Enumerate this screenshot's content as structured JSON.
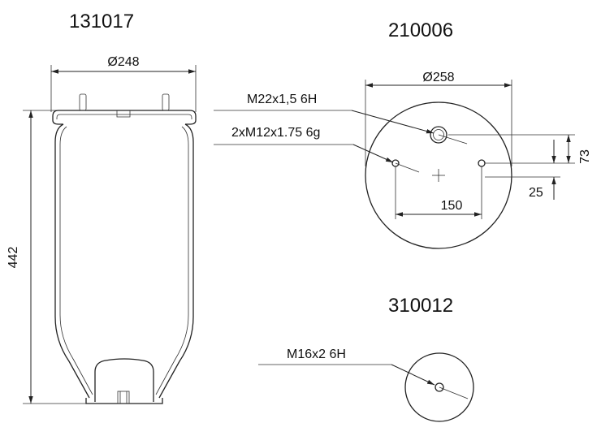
{
  "bellows": {
    "part_number": "131017",
    "diameter_label": "Ø248",
    "height_label": "442"
  },
  "top_plate": {
    "part_number": "210006",
    "diameter_label": "Ø258",
    "center_thread_label": "M22x1,5 6H",
    "side_thread_label": "2xM12x1.75 6g",
    "spacing_label": "150",
    "offset_y_label": "73",
    "offset_x_label": "25"
  },
  "bottom_plate": {
    "part_number": "310012",
    "thread_label": "M16x2 6H"
  },
  "colors": {
    "line": "#222222",
    "text": "#111111",
    "background": "#ffffff"
  }
}
